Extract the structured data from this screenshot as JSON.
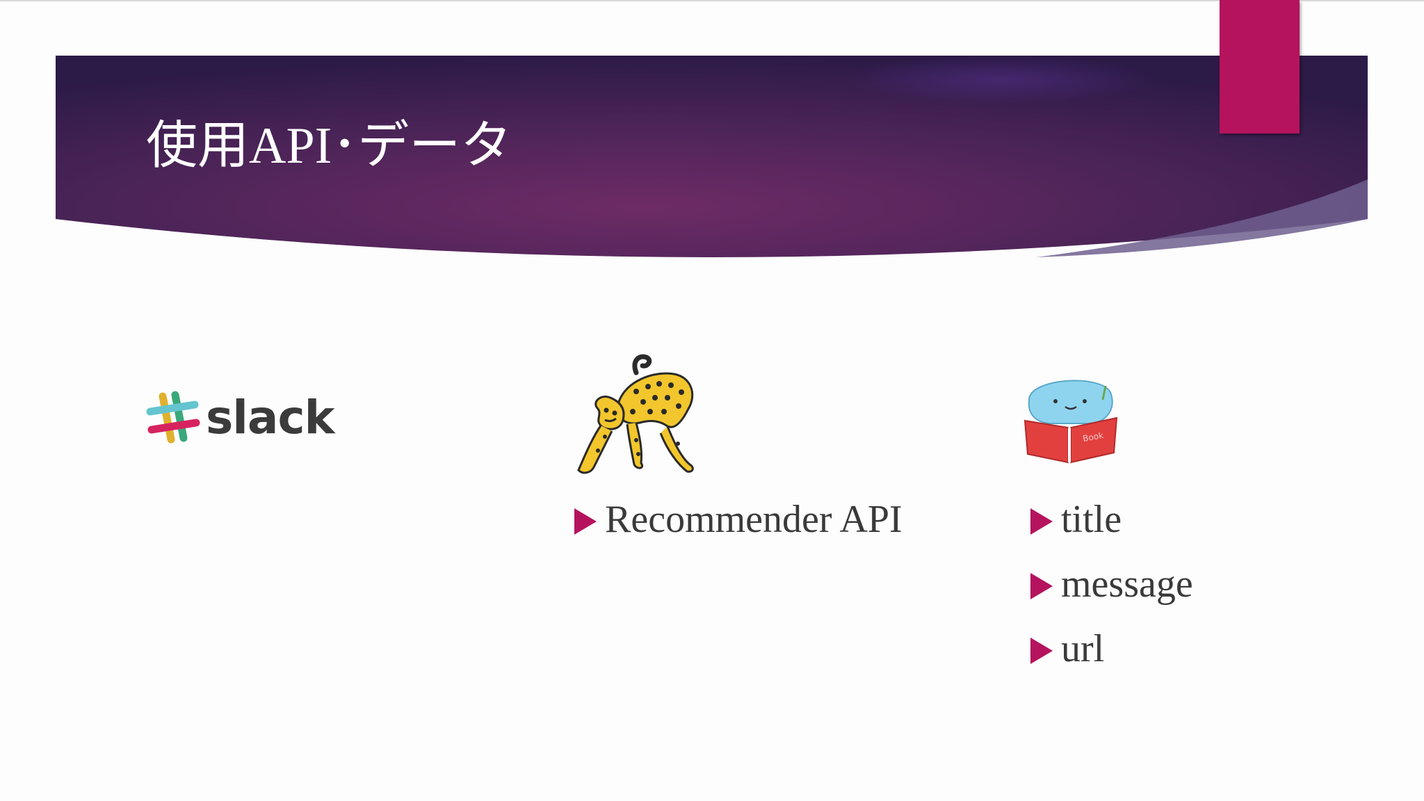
{
  "slide": {
    "title": "使用API･データ",
    "colors": {
      "banner_dark": "#2f1d4c",
      "banner_mid": "#6a2a63",
      "accent": "#b5135e",
      "text": "#3a3a3a",
      "title_text": "#ffffff"
    }
  },
  "logos": {
    "slack": {
      "word": "slack",
      "icon": "slack-hash-icon"
    },
    "leopard": {
      "icon": "leopard-mascot-icon"
    },
    "reader": {
      "icon": "book-reading-mascot-icon"
    }
  },
  "middle_column": {
    "items": [
      {
        "label": "Recommender API"
      }
    ]
  },
  "right_column": {
    "items": [
      {
        "label": "title"
      },
      {
        "label": "message"
      },
      {
        "label": "url"
      }
    ]
  }
}
